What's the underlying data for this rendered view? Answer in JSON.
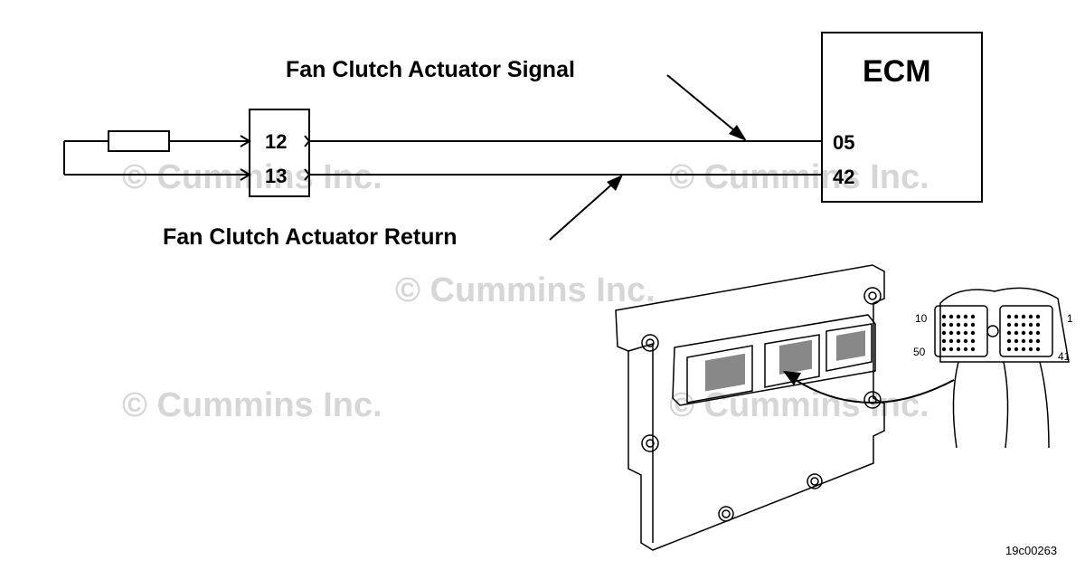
{
  "labels": {
    "signal": "Fan Clutch Actuator Signal",
    "return": "Fan Clutch Actuator Return",
    "ecm": "ECM"
  },
  "connector_pins": {
    "pin_a": "12",
    "pin_b": "13"
  },
  "ecm_pins": {
    "pin_a": "05",
    "pin_b": "42"
  },
  "connector_face_pins": {
    "top_left": "10",
    "bottom_left": "50",
    "top_right": "1",
    "bottom_right": "41"
  },
  "watermark": "© Cummins Inc.",
  "figure_id": "19c00263"
}
